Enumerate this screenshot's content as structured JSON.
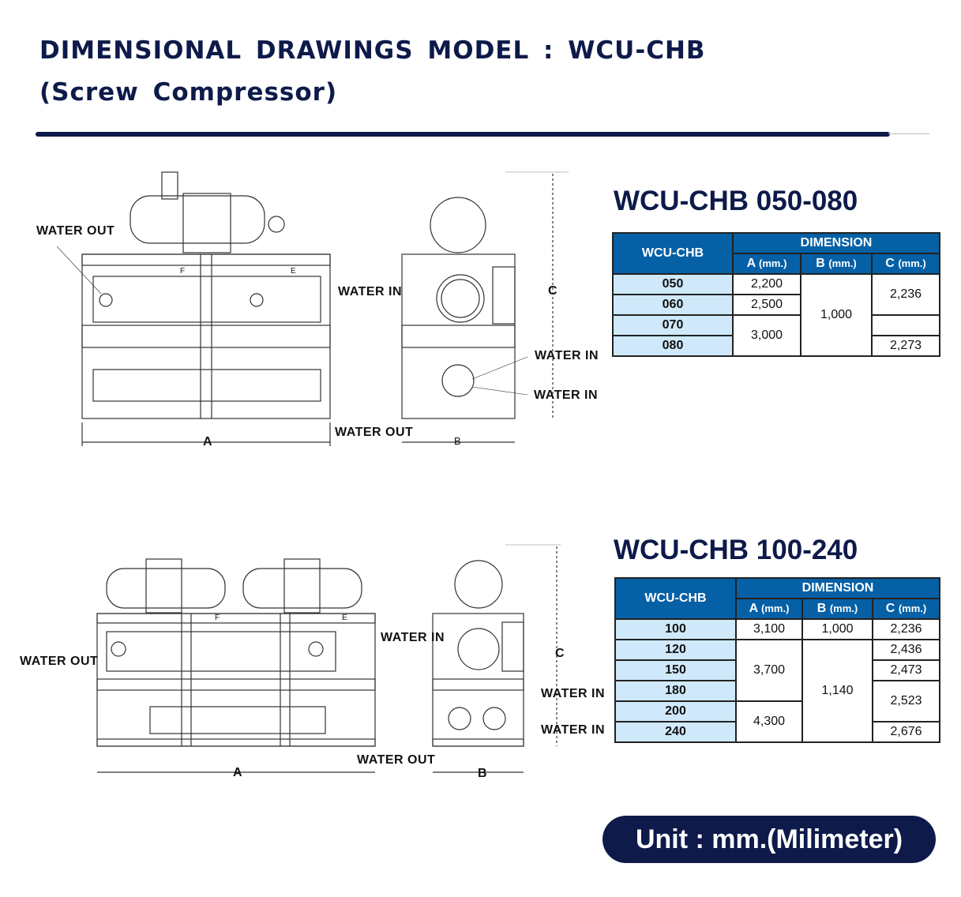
{
  "title_line1": "DIMENSIONAL DRAWINGS MODEL : WCU-CHB",
  "title_line2": "(Screw Compressor)",
  "section1": {
    "heading": "WCU-CHB 050-080",
    "labels": {
      "water_out_top": "WATER OUT",
      "water_in_front": "WATER IN",
      "water_in_1": "WATER IN",
      "water_in_2": "WATER IN",
      "water_out_bottom": "WATER OUT",
      "dim_a": "A",
      "dim_b": "B",
      "dim_c": "C",
      "dim_e": "E",
      "dim_f": "F"
    },
    "table": {
      "model_header": "WCU-CHB",
      "dimension_header": "DIMENSION",
      "col_a": "A",
      "col_b": "B",
      "col_c": "C",
      "unit": "(mm.)",
      "rows": [
        {
          "model": "050",
          "a": "2,200"
        },
        {
          "model": "060",
          "a": "2,500"
        },
        {
          "model": "070",
          "a": "3,000"
        },
        {
          "model": "080"
        }
      ],
      "b_merged": "1,000",
      "c_050_060": "2,236",
      "c_070": "",
      "c_080": "2,273"
    }
  },
  "section2": {
    "heading": "WCU-CHB 100-240",
    "labels": {
      "water_out_left": "WATER OUT",
      "water_in_front": "WATER IN",
      "water_in_1": "WATER IN",
      "water_in_2": "WATER IN",
      "water_out_bottom": "WATER OUT",
      "dim_a": "A",
      "dim_b": "B",
      "dim_c": "C",
      "dim_e": "E",
      "dim_f": "F"
    },
    "table": {
      "model_header": "WCU-CHB",
      "dimension_header": "DIMENSION",
      "col_a": "A",
      "col_b": "B",
      "col_c": "C",
      "unit": "(mm.)",
      "models": [
        "100",
        "120",
        "150",
        "180",
        "200",
        "240"
      ],
      "a_100": "3,100",
      "a_120_180": "3,700",
      "a_200_240": "4,300",
      "b_100": "1,000",
      "b_120_240": "1,140",
      "c_100": "2,236",
      "c_120": "2,436",
      "c_150": "2,473",
      "c_180_200": "2,523",
      "c_240": "2,676"
    }
  },
  "unit_note": "Unit : mm.(Milimeter)",
  "colors": {
    "navy": "#0d1a4a",
    "header_blue": "#0560a6",
    "model_cell": "#cfe9fb"
  }
}
